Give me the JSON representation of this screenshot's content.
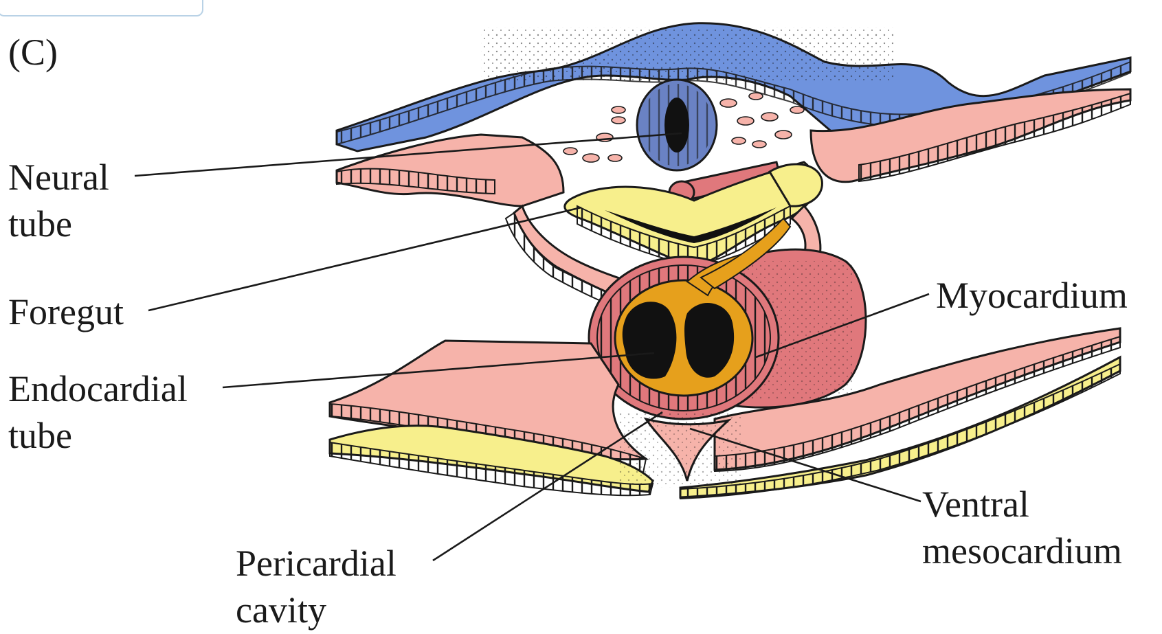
{
  "panel": "(C)",
  "labels": {
    "neural_tube": [
      "Neural",
      "tube"
    ],
    "foregut": "Foregut",
    "endocardial_tube": [
      "Endocardial",
      "tube"
    ],
    "myocardium": "Myocardium",
    "ventral_mesocardium": [
      "Ventral",
      "mesocardium"
    ],
    "pericardial_cavity": [
      "Pericardial",
      "cavity"
    ]
  },
  "colors": {
    "ectoderm": "#6f93de",
    "neural_tube": "#6a82c4",
    "mesoderm": "#f6b3aa",
    "myocardium": "#e0787c",
    "endoderm": "#f7ef8c",
    "endocardium": "#e6a01c",
    "lumen": "#111111",
    "outline": "#1a1a1a"
  }
}
